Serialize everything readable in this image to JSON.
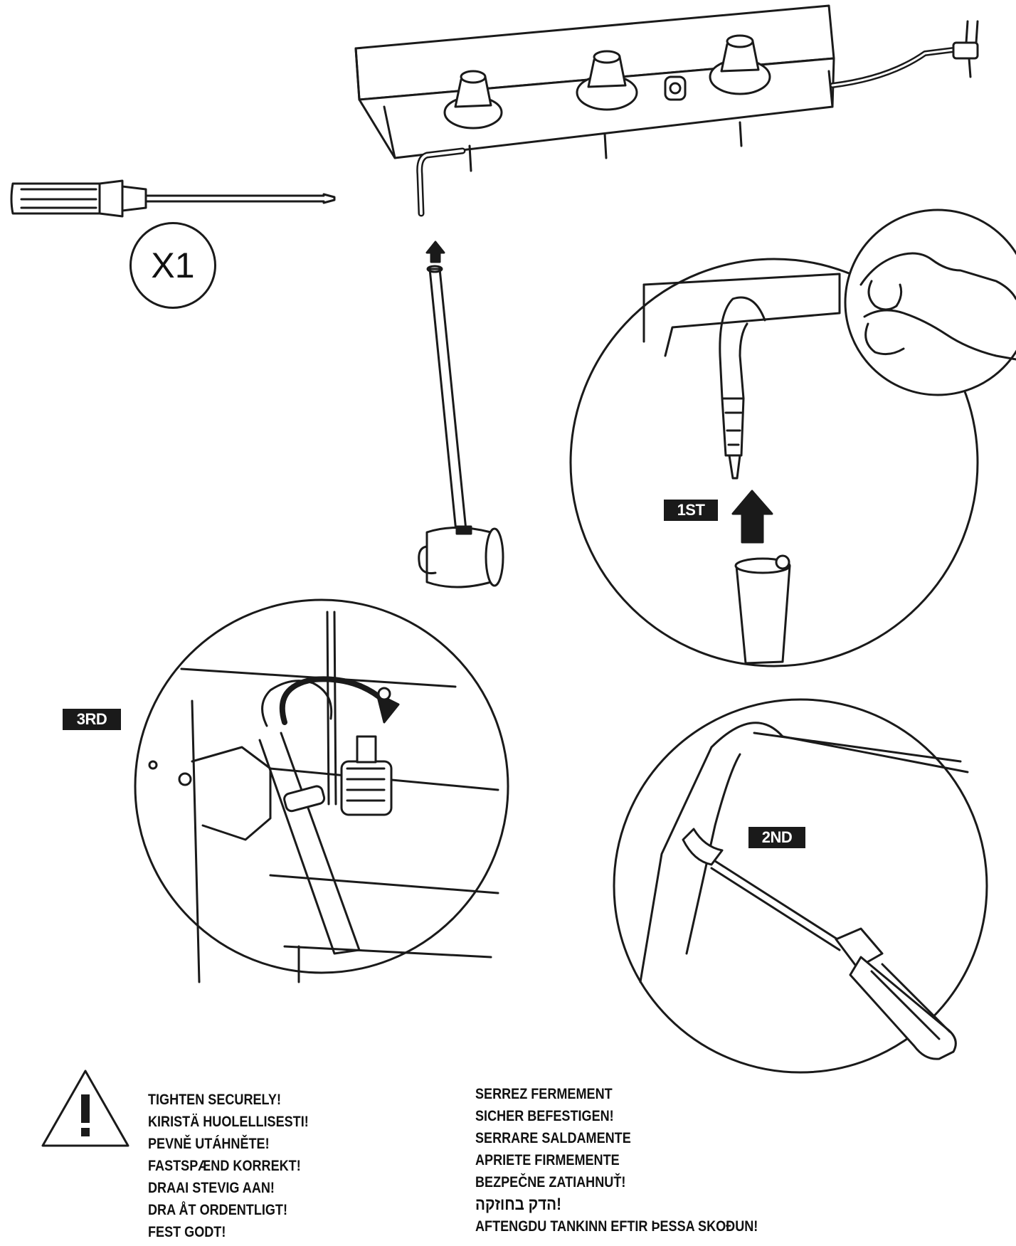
{
  "tool": {
    "quantity_label": "X1",
    "icon": "screwdriver-icon"
  },
  "steps": {
    "first": "1ST",
    "second": "2ND",
    "third": "3RD"
  },
  "warning": {
    "icon": "warning-triangle-icon",
    "left_column": [
      "TIGHTEN SECURELY!",
      "KIRISTÄ HUOLELLISESTI!",
      "PEVNĚ UTÁHNĚTE!",
      "FASTSPÆND KORREKT!",
      "DRAAI STEVIG AAN!",
      "DRA ÅT ORDENTLIGT!",
      "FEST GODT!"
    ],
    "right_column": [
      "SERREZ FERMEMENT",
      "SICHER BEFESTIGEN!",
      "SERRARE  SALDAMENTE",
      "APRIETE FIRMEMENTE",
      "BEZPEČNE ZATIAHNUŤ!",
      "הדק בחוזקה!",
      "AFTENGDU TANKINN EFTIR ÞESSA SKOÐUN!"
    ]
  },
  "colors": {
    "ink": "#1a1a1a",
    "background": "#ffffff"
  }
}
